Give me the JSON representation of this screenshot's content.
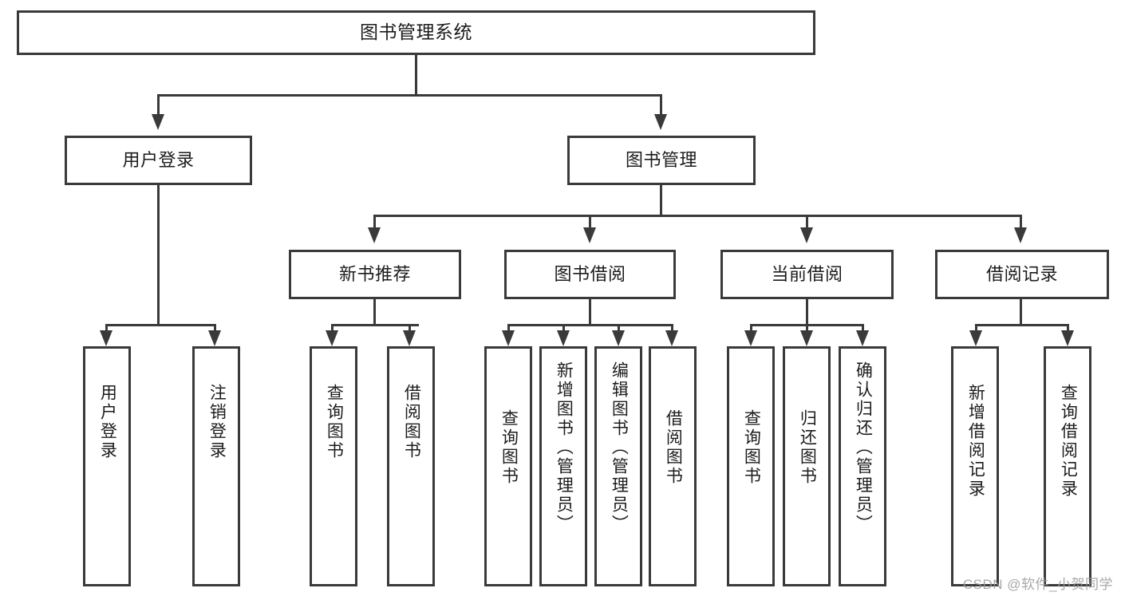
{
  "diagram": {
    "title": "图书管理系统",
    "type": "tree",
    "root": {
      "label": "图书管理系统"
    },
    "level2": [
      {
        "label": "用户登录"
      },
      {
        "label": "图书管理"
      }
    ],
    "level3": [
      {
        "label": "新书推荐"
      },
      {
        "label": "图书借阅"
      },
      {
        "label": "当前借阅"
      },
      {
        "label": "借阅记录"
      }
    ],
    "leaves": {
      "user_login": [
        {
          "label": "用户登录"
        },
        {
          "label": "注销登录"
        }
      ],
      "new_book_recommend": [
        {
          "label": "查询图书"
        },
        {
          "label": "借阅图书"
        }
      ],
      "book_borrow": [
        {
          "label": "查询图书"
        },
        {
          "label": "新增图书（管理员）"
        },
        {
          "label": "编辑图书（管理员）"
        },
        {
          "label": "借阅图书"
        }
      ],
      "current_borrow": [
        {
          "label": "查询图书"
        },
        {
          "label": "归还图书"
        },
        {
          "label": "确认归还（管理员）"
        }
      ],
      "borrow_record": [
        {
          "label": "新增借阅记录"
        },
        {
          "label": "查询借阅记录"
        }
      ]
    }
  },
  "watermark": {
    "text": "CSDN @软件_小贺同学"
  },
  "colors": {
    "stroke": "#3a3a3a",
    "fill": "#ffffff",
    "text": "#1c1c1c",
    "watermark": "#9a9a9a"
  }
}
